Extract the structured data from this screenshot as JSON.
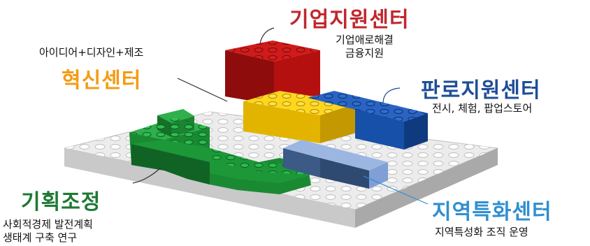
{
  "labels": {
    "enterprise": {
      "title": "기업지원센터",
      "desc_line1": "기업애로해결",
      "desc_line2": "금융지원",
      "color": "#c0272d"
    },
    "innovation": {
      "title": "혁신센터",
      "desc": "아이디어+디자인+제조",
      "color": "#f39c12"
    },
    "sales": {
      "title": "판로지원센터",
      "desc": "전시, 체험, 팝업스토어",
      "color": "#1f4e96"
    },
    "planning": {
      "title": "기획조정",
      "desc_line1": "사회적경제 발전계획",
      "desc_line2": "생태계 구축 연구",
      "color": "#1e7a34"
    },
    "regional": {
      "title": "지역특화센터",
      "desc": "지역특성화 조직 운영",
      "color": "#2f8fd0"
    }
  },
  "blocks": {
    "red": "#b51010",
    "yellow": "#f0c400",
    "blue": "#1650a8",
    "lightblue": "#7f9fd6",
    "green": "#1f9a3a",
    "base": "#e8e8e8"
  }
}
